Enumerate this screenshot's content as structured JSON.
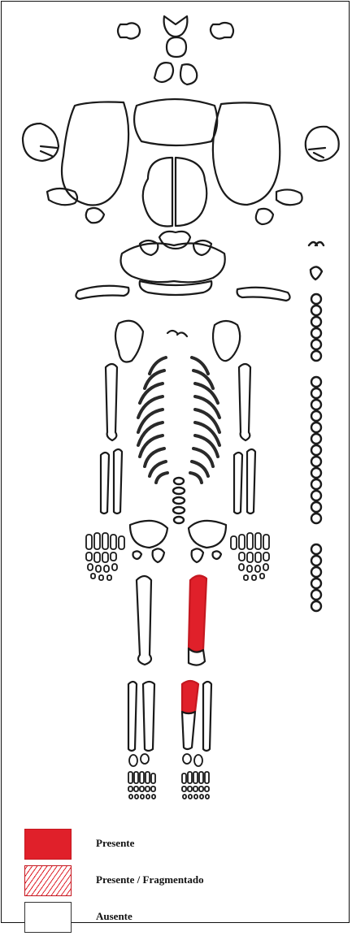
{
  "legend": {
    "items": [
      {
        "label": "Presente",
        "style": "full",
        "color": "#e0202a"
      },
      {
        "label": "Presente / Fragmentado",
        "style": "hatched",
        "color": "#e0202a"
      },
      {
        "label": "Ausente",
        "style": "empty",
        "color": "#ffffff"
      }
    ]
  },
  "colors": {
    "outline": "#1a1a1a",
    "present": "#e0202a"
  }
}
